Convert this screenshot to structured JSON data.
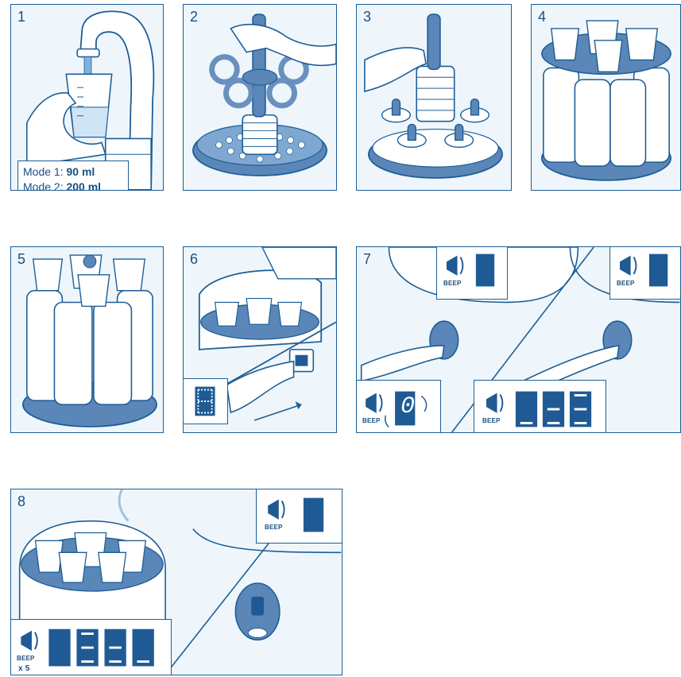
{
  "steps": [
    {
      "number": "1"
    },
    {
      "number": "2"
    },
    {
      "number": "3"
    },
    {
      "number": "4"
    },
    {
      "number": "5"
    },
    {
      "number": "6"
    },
    {
      "number": "7"
    },
    {
      "number": "8"
    }
  ],
  "water": {
    "mode1_label": "Mode 1:",
    "mode1_value": "90 ml",
    "mode2_label": "Mode 2:",
    "mode2_value": "200 ml"
  },
  "beep": {
    "label": "BEEP",
    "repeat_label": "x 5"
  },
  "display": {
    "digit_step7": "0"
  },
  "colors": {
    "outline": "#1d5e96",
    "fill_blue": "#5b86b8",
    "panel_bg": "#eef6fc",
    "display_bg": "#1f5a94"
  }
}
